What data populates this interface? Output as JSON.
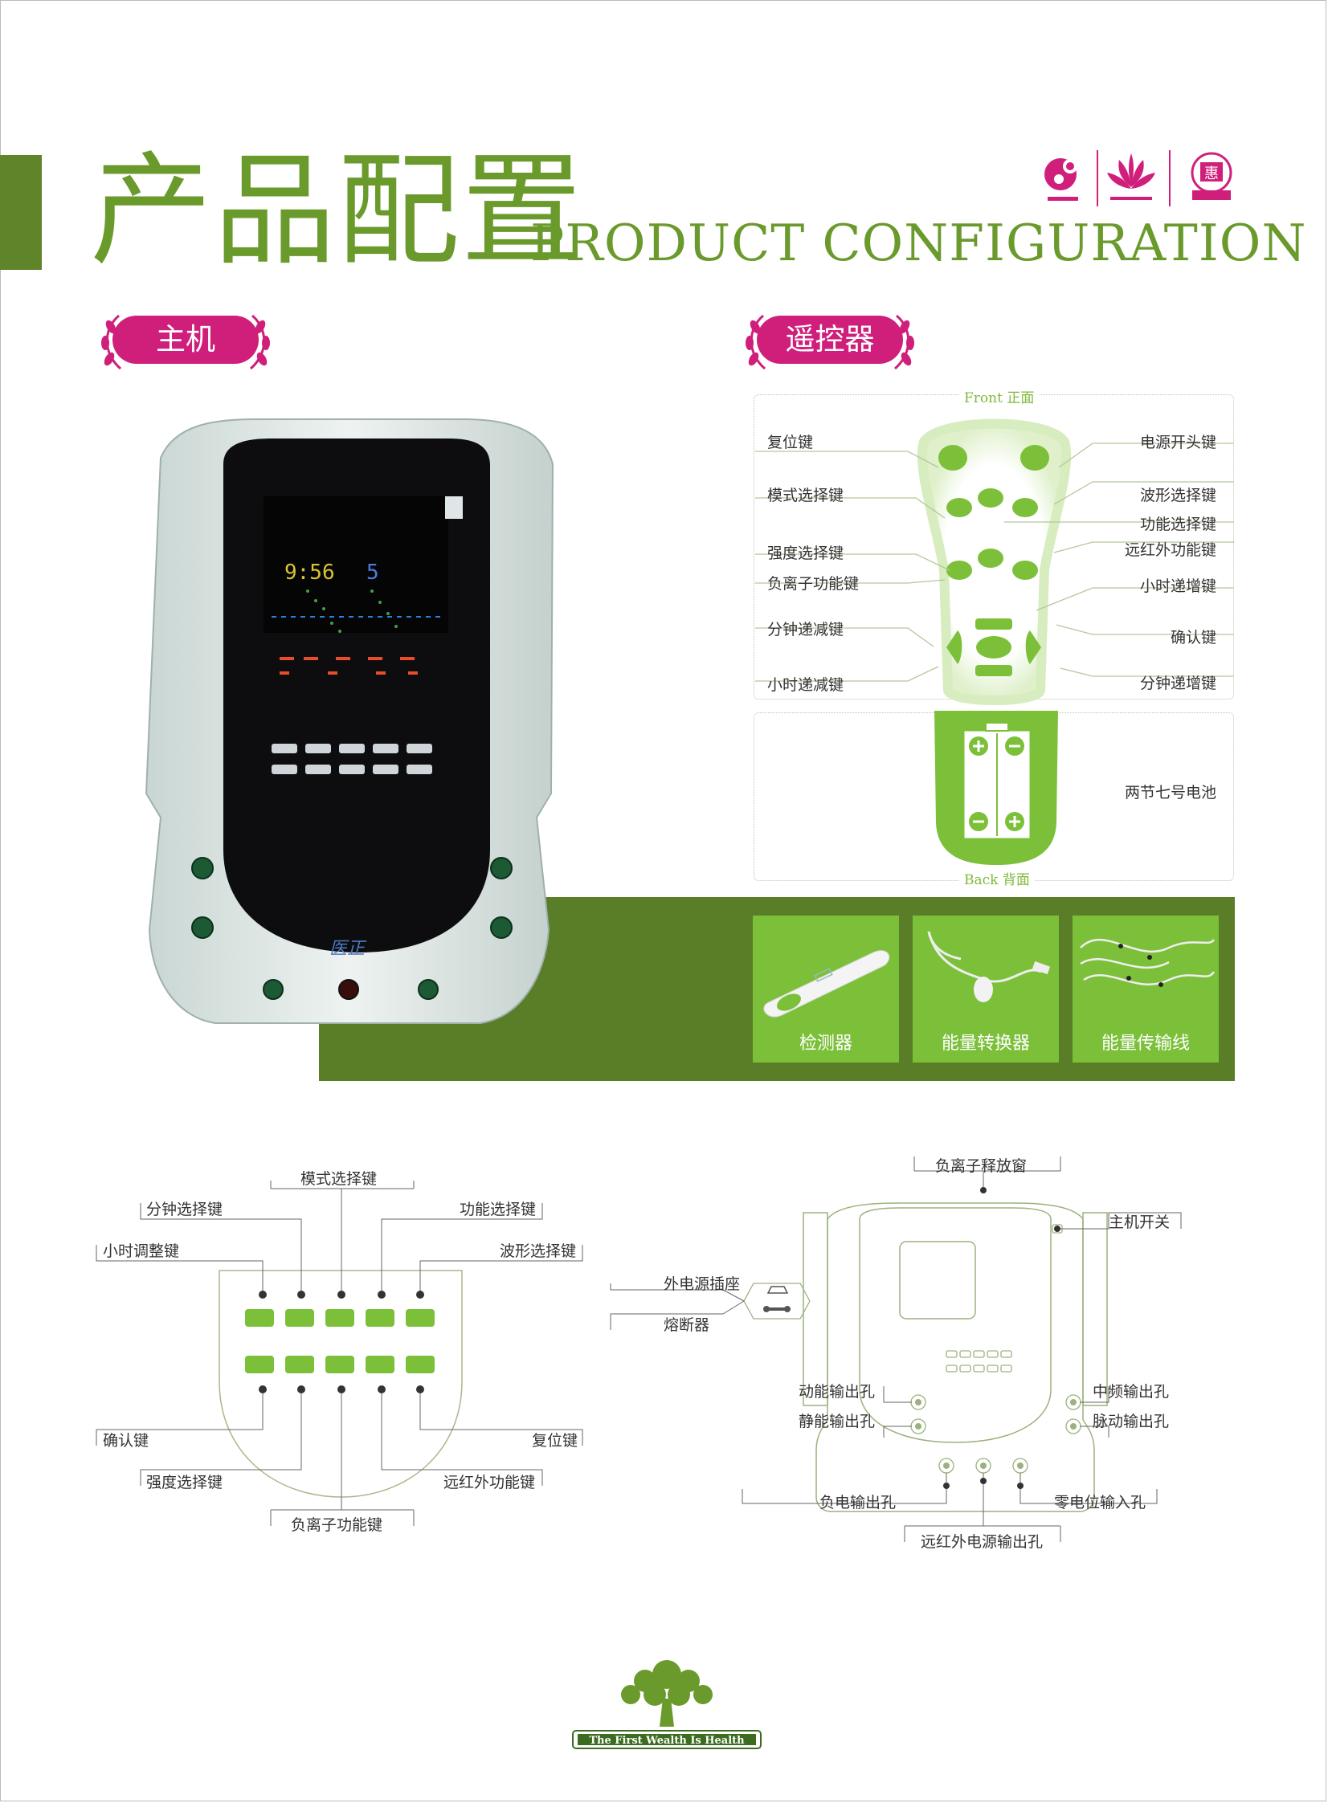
{
  "header": {
    "title_cn": "产品配置",
    "title_en": "PRODUCT CONFIGURATION"
  },
  "sections": {
    "main_unit": "主机",
    "remote": "遥控器"
  },
  "device_screen": {
    "digits_left": "9:56",
    "digit_right": "5",
    "brand": "医正"
  },
  "remote": {
    "front_label": "Front 正面",
    "back_label": "Back 背面",
    "left_labels": [
      "复位键",
      "模式选择键",
      "强度选择键",
      "负离子功能键",
      "分钟递减键",
      "小时递减键"
    ],
    "right_labels": [
      "电源开头键",
      "波形选择键",
      "功能选择键",
      "远红外功能键",
      "小时递增键",
      "确认键",
      "分钟递增键"
    ],
    "battery_label": "两节七号电池"
  },
  "accessories": [
    {
      "label": "检测器"
    },
    {
      "label": "能量转换器"
    },
    {
      "label": "能量传输线"
    }
  ],
  "panel_diagram": {
    "top_labels": [
      "模式选择键",
      "分钟选择键",
      "功能选择键",
      "小时调整键",
      "波形选择键"
    ],
    "bottom_labels": [
      "确认键",
      "复位键",
      "强度选择键",
      "远红外功能键",
      "负离子功能键"
    ]
  },
  "device_diagram": {
    "top": "负离子释放窗",
    "power_switch": "主机开关",
    "external_power": "外电源插座",
    "fuse": "熔断器",
    "dynamic_out": "动能输出孔",
    "static_out": "静能输出孔",
    "mid_freq_out": "中频输出孔",
    "pulse_out": "脉动输出孔",
    "neg_out": "负电输出孔",
    "zero_in": "零电位输入孔",
    "far_ir_out": "远红外电源输出孔"
  },
  "footer": {
    "slogan": "The First Wealth Is Health"
  },
  "colors": {
    "accent_green": "#6b9a2c",
    "dark_green": "#5a7e28",
    "bright_green": "#7cc03a",
    "magenta": "#cf1f7b"
  }
}
